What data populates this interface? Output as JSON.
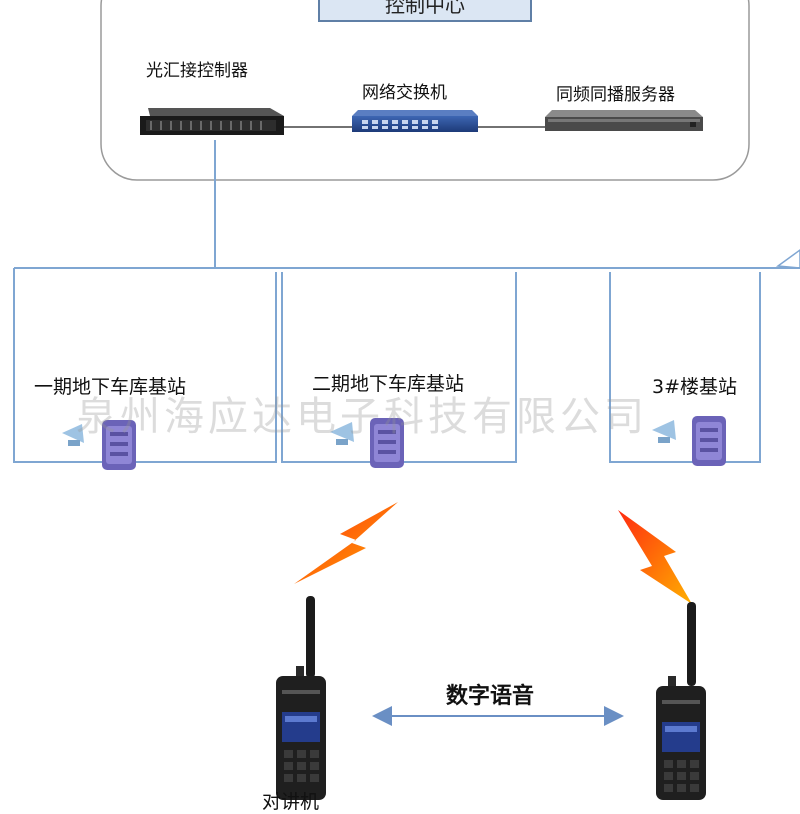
{
  "control_center": {
    "title": "控制中心"
  },
  "devices": {
    "optical_controller": "光汇接控制器",
    "network_switch": "网络交换机",
    "broadcast_server": "同频同播服务器"
  },
  "base_stations": [
    "一期地下车库基站",
    "二期地下车库基站",
    "3#楼基站"
  ],
  "link": {
    "label": "数字语音"
  },
  "radio": {
    "label": "对讲机"
  },
  "watermark": "泉州海应达电子科技有限公司",
  "colors": {
    "line": "#7fa6d2",
    "frame": "#999999",
    "lightning": "#e83b1f",
    "arrow": "#6a8fc4"
  }
}
